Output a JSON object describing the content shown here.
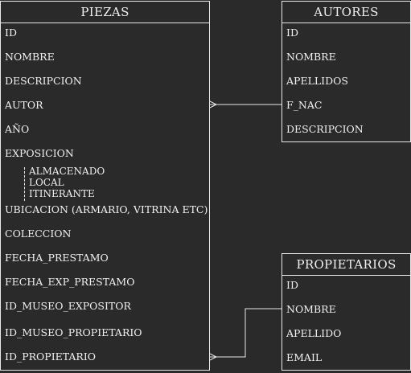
{
  "entities": {
    "piezas": {
      "title": "PIEZAS",
      "attributes": [
        "ID",
        "NOMBRE",
        "DESCRIPCION",
        "AUTOR",
        "AÑO",
        "EXPOSICION",
        "UBICACION (ARMARIO, VITRINA ETC)",
        "COLECCION",
        "FECHA_PRESTAMO",
        "FECHA_EXP_PRESTAMO",
        "ID_MUSEO_EXPOSITOR",
        "ID_MUSEO_PROPIETARIO",
        "ID_PROPIETARIO"
      ],
      "exposicion_values": [
        "ALMACENADO",
        "LOCAL",
        "ITINERANTE"
      ]
    },
    "autores": {
      "title": "AUTORES",
      "attributes": [
        "ID",
        "NOMBRE",
        "APELLIDOS",
        "F_NAC",
        "DESCRIPCION"
      ]
    },
    "propietarios": {
      "title": "PROPIETARIOS",
      "attributes": [
        "ID",
        "NOMBRE",
        "APELLIDO",
        "EMAIL"
      ]
    }
  },
  "colors": {
    "background": "#2a2a2a",
    "line": "#e8e8e8",
    "text": "#f0f0f0"
  }
}
